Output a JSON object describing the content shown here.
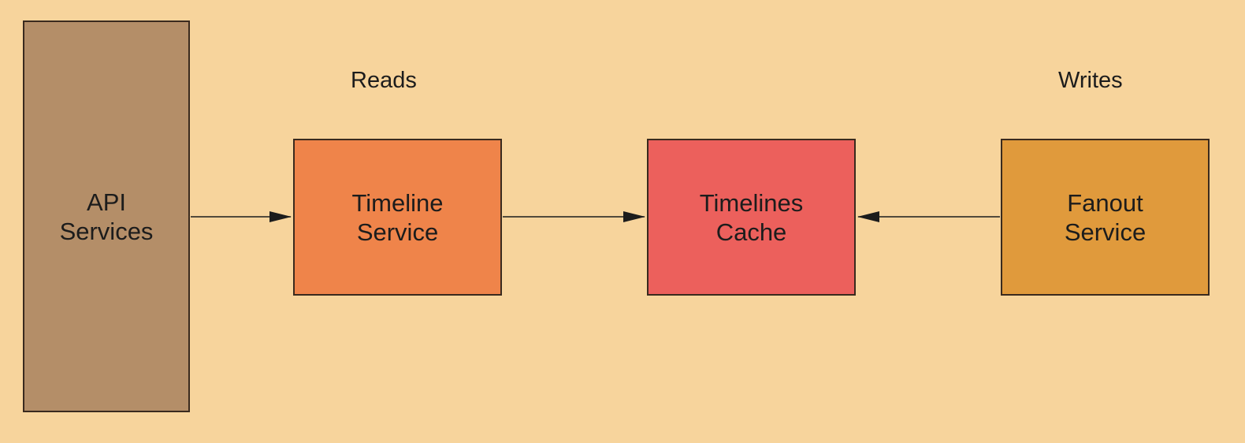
{
  "colors": {
    "background": "#f7d49c",
    "api_services": "#b48e68",
    "timeline_service": "#ef844a",
    "timelines_cache": "#ec605c",
    "fanout_service": "#e09a3c",
    "border": "#3a2a1e",
    "arrow": "#1c1c1c"
  },
  "labels": {
    "reads": "Reads",
    "writes": "Writes"
  },
  "nodes": {
    "api_services": {
      "line1": "API",
      "line2": "Services"
    },
    "timeline_service": {
      "line1": "Timeline",
      "line2": "Service"
    },
    "timelines_cache": {
      "line1": "Timelines",
      "line2": "Cache"
    },
    "fanout_service": {
      "line1": "Fanout",
      "line2": "Service"
    }
  },
  "edges": [
    {
      "from": "api_services",
      "to": "timeline_service"
    },
    {
      "from": "timeline_service",
      "to": "timelines_cache"
    },
    {
      "from": "fanout_service",
      "to": "timelines_cache"
    }
  ]
}
